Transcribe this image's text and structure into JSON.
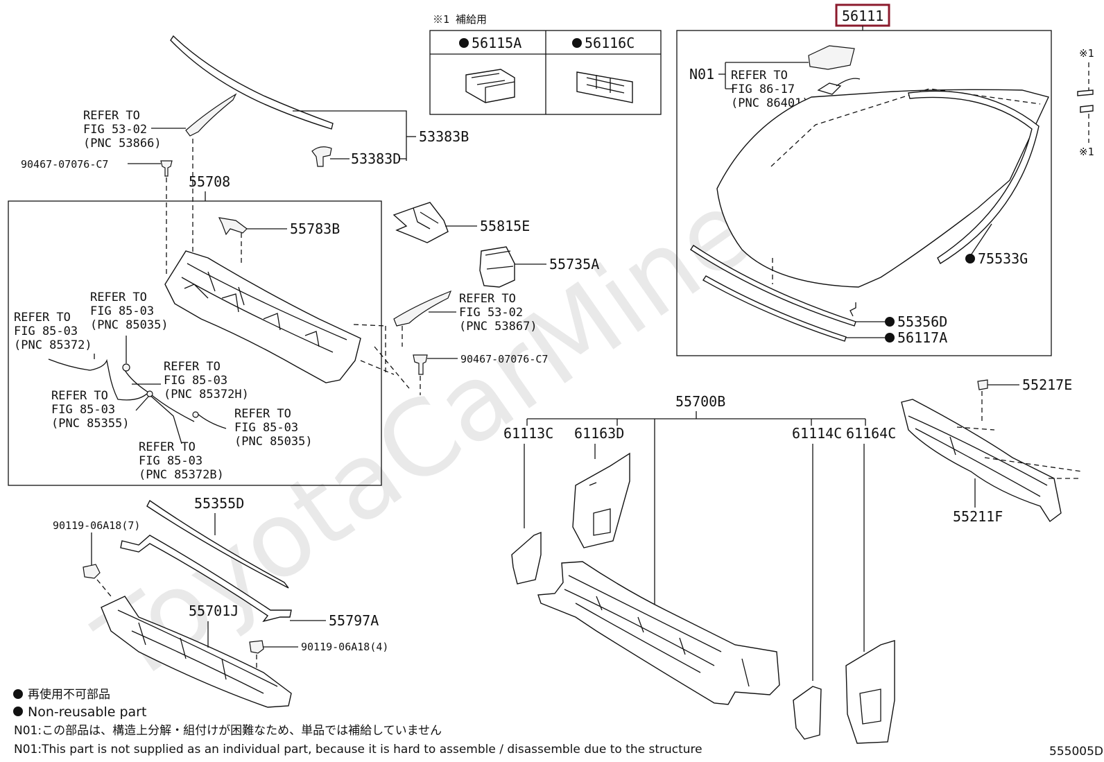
{
  "watermark": "ToyotaCarMine.ru",
  "diagram_code": "555005D",
  "supply_note": "※1 補給用",
  "asterisk_label": "※1",
  "supply_parts": [
    {
      "part_no": "56115A"
    },
    {
      "part_no": "56116C"
    }
  ],
  "windshield": {
    "part_no": "56111",
    "n01": "N01",
    "refer_lines": [
      "REFER TO",
      "FIG 86-17",
      "(PNC 86401)"
    ],
    "moulding_part": "75533G",
    "lower_parts": [
      "55356D",
      "56117A"
    ]
  },
  "parts": {
    "p53383B": "53383B",
    "p53383D": "53383D",
    "p55708": "55708",
    "p55783B": "55783B",
    "p55815E": "55815E",
    "p55735A": "55735A",
    "bolt_a": "90467-07076-C7",
    "bolt_b": "90467-07076-C7",
    "p55355D": "55355D",
    "p55701J": "55701J",
    "p55797A": "55797A",
    "bolt_7": "90119-06A18(7)",
    "bolt_4": "90119-06A18(4)",
    "p55700B": "55700B",
    "p61113C": "61113C",
    "p61163D": "61163D",
    "p61114C": "61114C",
    "p61164C": "61164C",
    "p55217E": "55217E",
    "p55211F": "55211F"
  },
  "refers": {
    "r53866": [
      "REFER TO",
      "FIG 53-02",
      "(PNC 53866)"
    ],
    "r53867": [
      "REFER TO",
      "FIG 53-02",
      "(PNC 53867)"
    ],
    "r85372": [
      "REFER TO",
      "FIG 85-03",
      "(PNC 85372)"
    ],
    "r85035a": [
      "REFER TO",
      "FIG 85-03",
      "(PNC 85035)"
    ],
    "r85372H": [
      "REFER TO",
      "FIG 85-03",
      "(PNC 85372H)"
    ],
    "r85355": [
      "REFER TO",
      "FIG 85-03",
      "(PNC 85355)"
    ],
    "r85035b": [
      "REFER TO",
      "FIG 85-03",
      "(PNC 85035)"
    ],
    "r85372B": [
      "REFER TO",
      "FIG 85-03",
      "(PNC 85372B)"
    ]
  },
  "legend": {
    "jp": "再使用不可部品",
    "en": "Non-reusable part"
  },
  "notes": {
    "jp": "N01:この部品は、構造上分解・組付けが困難なため、単品では補給していません",
    "en": "N01:This part is not supplied as an individual part, because it is hard to assemble / disassemble due to the structure"
  }
}
